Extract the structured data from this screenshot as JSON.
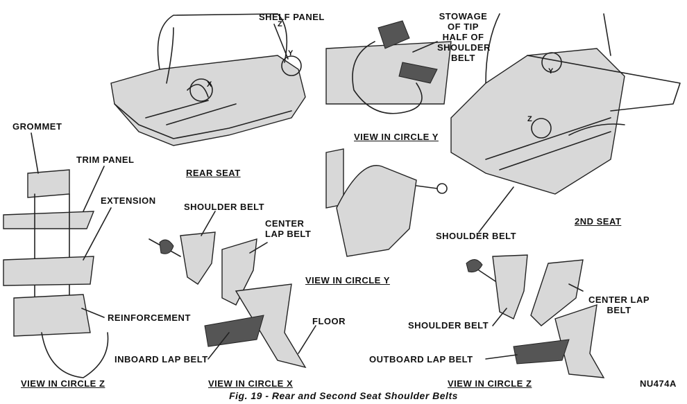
{
  "figure": {
    "caption": "Fig. 19 - Rear and Second Seat Shoulder Belts",
    "code": "NU474A"
  },
  "views": {
    "rear_seat": "REAR SEAT",
    "second_seat": "2ND SEAT",
    "circle_y_top": "VIEW IN CIRCLE Y",
    "circle_y_mid": "VIEW IN CIRCLE Y",
    "circle_z_left": "VIEW IN CIRCLE Z",
    "circle_x": "VIEW IN CIRCLE X",
    "circle_z_right": "VIEW IN CIRCLE Z"
  },
  "labels": {
    "shelf_panel": "SHELF PANEL",
    "stowage": [
      "STOWAGE",
      "OF TIP",
      "HALF OF",
      "SHOULDER",
      "BELT"
    ],
    "grommet": "GROMMET",
    "trim_panel": "TRIM PANEL",
    "extension": "EXTENSION",
    "reinforcement": "REINFORCEMENT",
    "shoulder_belt_x": "SHOULDER BELT",
    "center_lap_belt_x": [
      "CENTER",
      "LAP BELT"
    ],
    "floor": "FLOOR",
    "inboard_lap_belt": "INBOARD LAP BELT",
    "shoulder_belt_2nd": "SHOULDER BELT",
    "shoulder_belt_z": "SHOULDER BELT",
    "center_lap_belt_z": [
      "CENTER LAP",
      "BELT"
    ],
    "outboard_lap_belt": "OUTBOARD LAP BELT"
  },
  "circle_markers": {
    "z1": "Z",
    "y1": "Y",
    "x1": "X",
    "z2": "Z",
    "y2": "Y"
  }
}
